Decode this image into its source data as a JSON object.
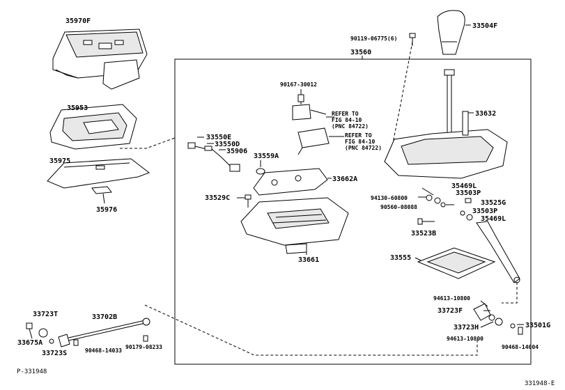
{
  "labels": {
    "p35970F": "35970F",
    "p33504F": "33504F",
    "p90119": "90119-06775(6)",
    "p33560": "33560",
    "p35953": "35953",
    "p90167": "90167-30012",
    "p33632": "33632",
    "ref1_a": "REFER TO",
    "ref1_b": "FIG 84-10",
    "ref1_c": "(PNC 84722)",
    "ref2_a": "REFER TO",
    "ref2_b": "FIG 84-10",
    "ref2_c": "(PNC 84722)",
    "p33550E": "33550E",
    "p33550D": "33550D",
    "p35906": "35906",
    "p33559A": "33559A",
    "p35975": "35975",
    "p33662A": "33662A",
    "p35976": "35976",
    "p33529C": "33529C",
    "p35469L_a": "35469L",
    "p94130": "94130-60800",
    "p33503P_a": "33503P",
    "p33525G": "33525G",
    "p90560": "90560-08088",
    "p33503P_b": "33503P",
    "p35469L_b": "35469L",
    "p33523B": "33523B",
    "p33661": "33661",
    "p33555": "33555",
    "p94613_a": "94613-10800",
    "p33723F": "33723F",
    "p33723T": "33723T",
    "p33702B": "33702B",
    "p33723H": "33723H",
    "p33501G": "33501G",
    "p94613_b": "94613-10800",
    "p33675A": "33675A",
    "p33723S": "33723S",
    "p90468_a": "90468-14033",
    "p90179": "90179-08233",
    "p90468_b": "90468-14004"
  },
  "footer": {
    "left": "P-331948",
    "right": "331948-E"
  }
}
